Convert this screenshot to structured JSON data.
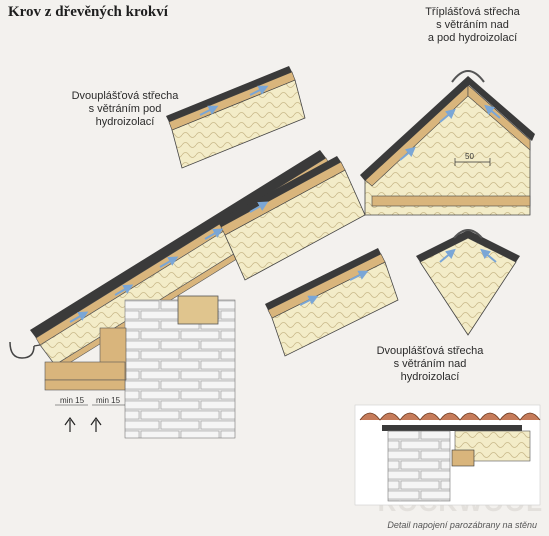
{
  "title": "Krov z dřevěných krokví",
  "labels": {
    "left_top": [
      "Dvouplášťová střecha",
      "s větráním pod",
      "hydroizolací"
    ],
    "right_top": [
      "Tříplášťová střecha",
      "s větráním nad",
      "a pod hydroizolací"
    ],
    "right_mid": [
      "Dvouplášťová střecha",
      "s větráním nad",
      "hydroizolací"
    ]
  },
  "dimensions": {
    "left": "min 15",
    "right": "min 15",
    "ridge_gap": "50"
  },
  "caption": "Detail napojení parozábrany na stěnu",
  "watermark": "ROCKWOOL",
  "colors": {
    "insulation": "#f3ecc8",
    "timber": "#d9b57c",
    "timber_dark": "#b88e52",
    "membrane": "#3a3a3a",
    "arrow": "#7aa6d6",
    "masonry": "#e6e6e6",
    "tile": "#c57b5a"
  }
}
